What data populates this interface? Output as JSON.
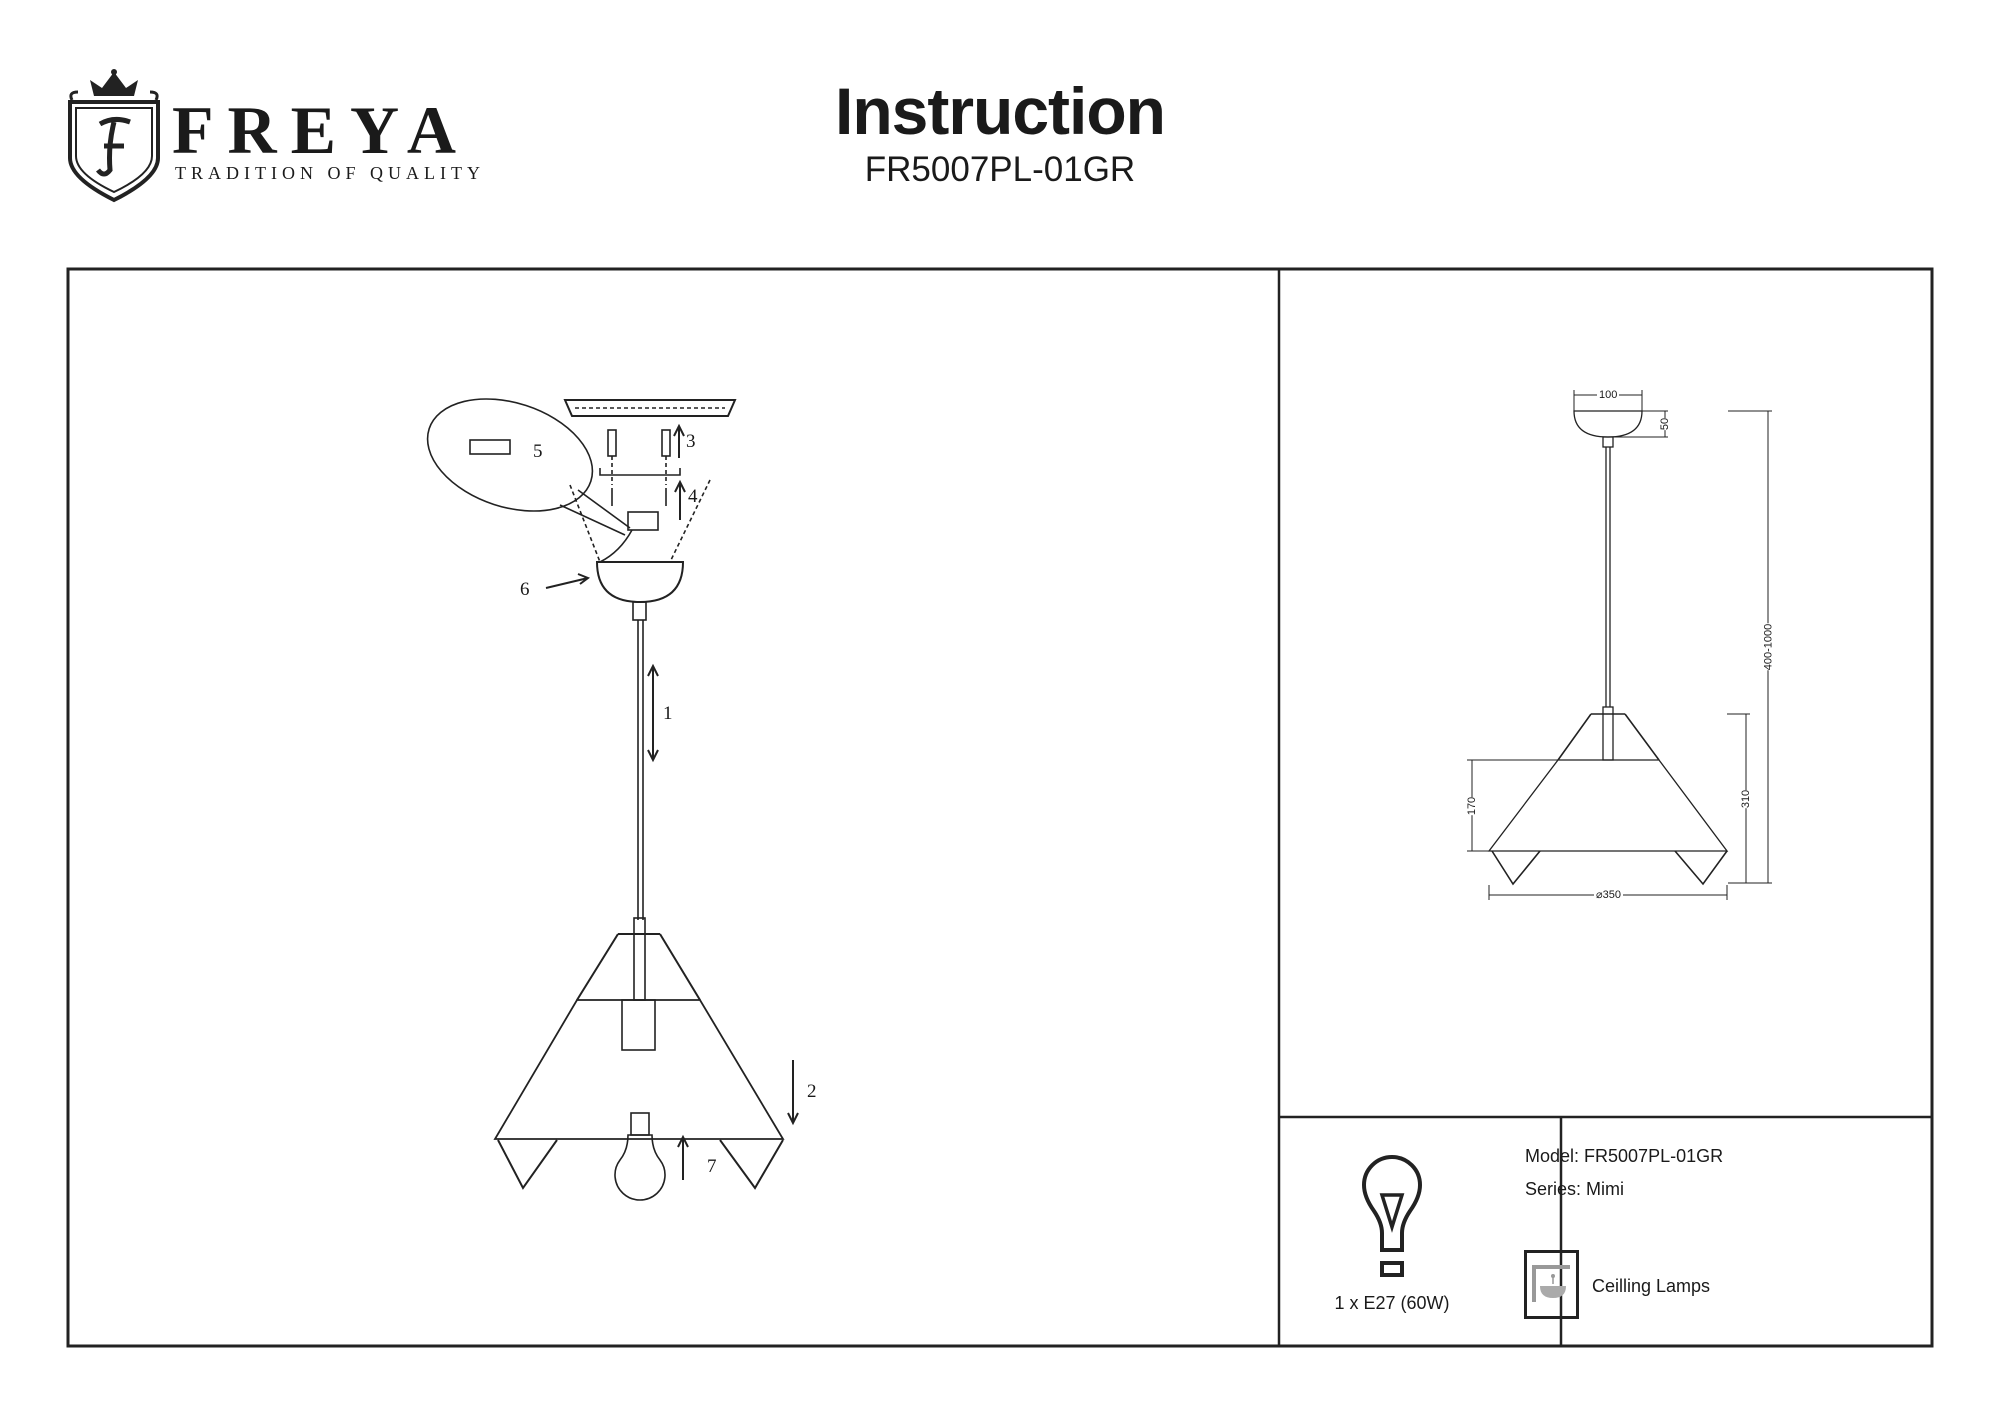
{
  "header": {
    "logo": {
      "brand": "FREYA",
      "tagline": "TRADITION OF QUALITY",
      "emblem_letter": "F"
    },
    "title": "Instruction",
    "model_code": "FR5007PL-01GR"
  },
  "assembly": {
    "step_labels": [
      "1",
      "2",
      "3",
      "4",
      "5",
      "6",
      "7"
    ]
  },
  "dimensions": {
    "canopy_diameter": "100",
    "canopy_height": "50",
    "overall_height": "400-1000",
    "shade_height": "170",
    "shade_total_height": "310",
    "shade_diameter": "⌀350"
  },
  "specs": {
    "bulb": "1 x E27 (60W)",
    "model": "Model: FR5007PL-01GR",
    "series": "Series: Mimi",
    "category": "Ceilling Lamps"
  }
}
